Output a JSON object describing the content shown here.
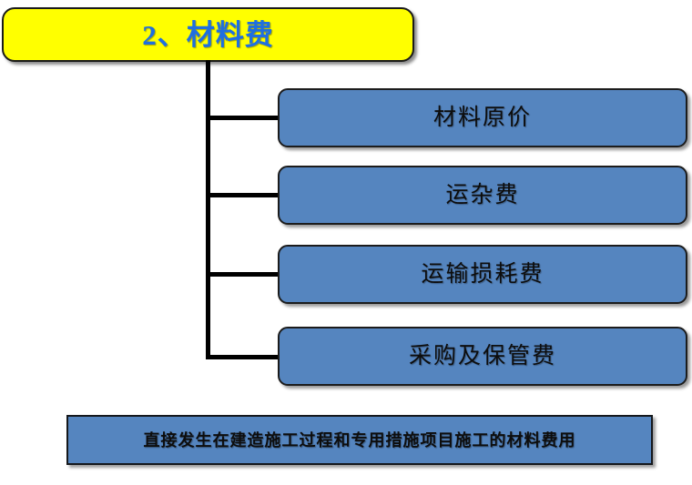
{
  "slide": {
    "title": {
      "text": "2、材料费",
      "text_color": "#1f6fe0",
      "fill_color": "#ffff00"
    },
    "items": [
      {
        "label": "材料原价"
      },
      {
        "label": "运杂费"
      },
      {
        "label": "运输损耗费"
      },
      {
        "label": "采购及保管费"
      }
    ],
    "note": {
      "text": "直接发生在建造施工过程和专用措施项目施工的材料费用",
      "fill_color": "#5585bf"
    },
    "colors": {
      "item_fill": "#5585bf",
      "connector": "#000000",
      "outline": "#1c1c1c"
    }
  }
}
